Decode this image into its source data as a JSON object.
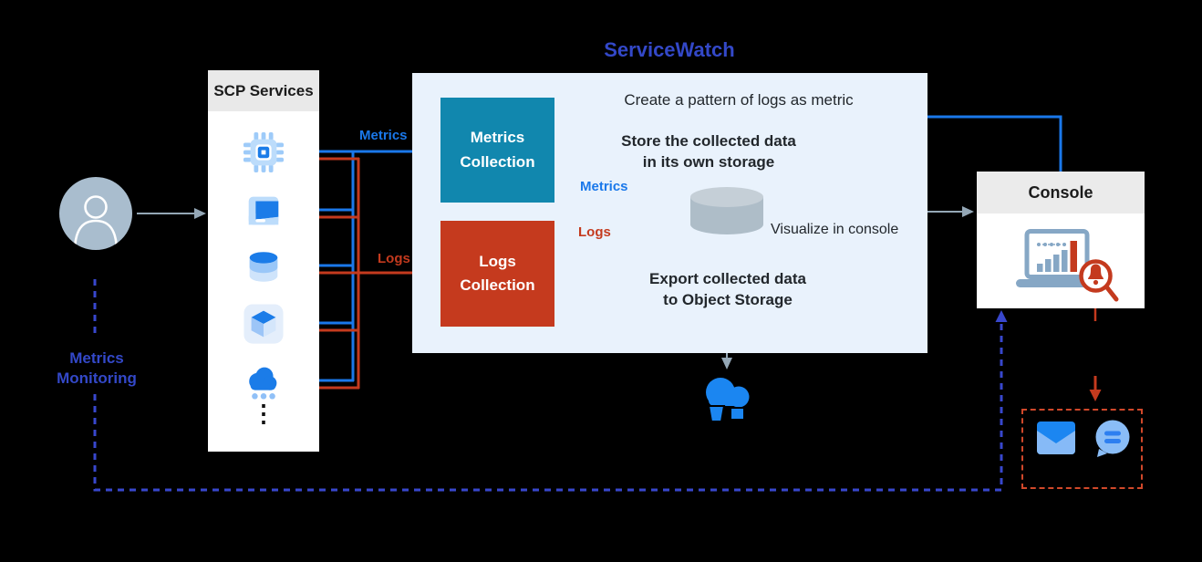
{
  "title": "ServiceWatch",
  "colors": {
    "primary_blue": "#1a78ea",
    "indigo_accent": "#3348c8",
    "teal_box": "#1187ae",
    "red_box": "#c53a1e",
    "red_wire": "#c43a1e",
    "dashed_red_box": "#d0482a",
    "dashed_blue": "#3847cd",
    "panel_bg": "#e9f2fc",
    "header_gray": "#e9e9e9",
    "gray_arrow": "#94a7b6"
  },
  "user": {
    "icon": "person-avatar"
  },
  "scp_services": {
    "title": "SCP Services",
    "icons": [
      "chip-icon",
      "folder-monitor-icon",
      "database-icon",
      "cube-icon",
      "cloud-icon"
    ],
    "more_indicator": "⋮"
  },
  "wires": {
    "metrics_label": "Metrics",
    "logs_label": "Logs"
  },
  "servicewatch": {
    "title": "ServiceWatch",
    "metrics_collection": "Metrics\nCollection",
    "logs_collection": "Logs\nCollection",
    "create_pattern_note": "Create a pattern of logs as metric",
    "store_note": "Store the collected data\nin its own storage",
    "metrics_flow_label": "Metrics",
    "logs_flow_label": "Logs",
    "visualize_note": "Visualize in console",
    "export_note": "Export collected data\nto Object Storage",
    "storage_icon": "database-cylinder-icon",
    "object_storage_icon": "cloud-object-storage-icon"
  },
  "console": {
    "title": "Console",
    "icon": "laptop-chart-icon",
    "alert_icon": "alert-magnifier-icon"
  },
  "notifications": {
    "icons": [
      "email-icon",
      "chat-bubble-icon"
    ]
  },
  "monitoring": {
    "label": "Metrics\nMonitoring"
  }
}
